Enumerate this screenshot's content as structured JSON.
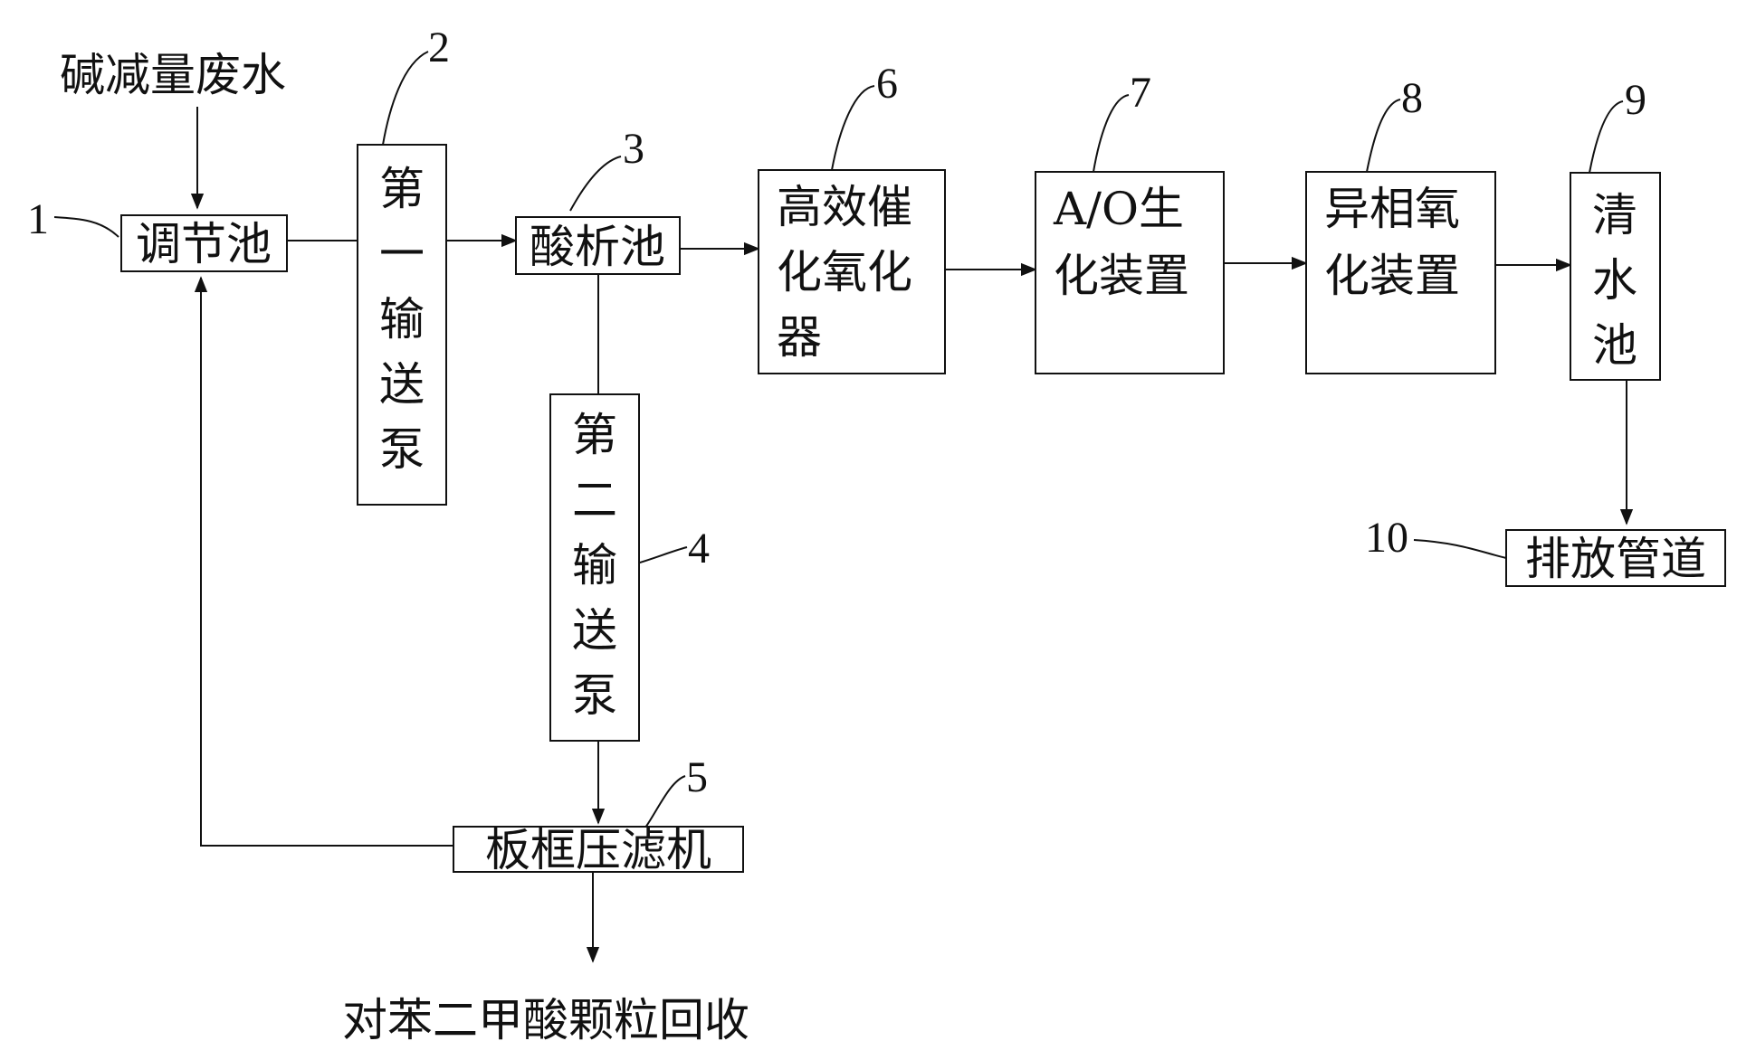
{
  "diagram": {
    "input_label": "碱减量废水",
    "output_label": "对苯二甲酸颗粒回收",
    "units": {
      "regulating_tank": {
        "number": "1",
        "label": "调节池"
      },
      "first_pump": {
        "number": "2",
        "lines": [
          "第",
          "一",
          "输",
          "送",
          "泵"
        ]
      },
      "acid_tank": {
        "number": "3",
        "label": "酸析池"
      },
      "second_pump": {
        "number": "4",
        "lines": [
          "第",
          "二",
          "输",
          "送",
          "泵"
        ]
      },
      "filter_press": {
        "number": "5",
        "label": "板框压滤机"
      },
      "catalytic_oxidizer": {
        "number": "6",
        "lines": [
          "高效催",
          "化氧化",
          "器"
        ]
      },
      "ao_device": {
        "number": "7",
        "lines": [
          "A/O生",
          "化装置"
        ]
      },
      "heterogeneous_oxidation": {
        "number": "8",
        "lines": [
          "异相氧",
          "化装置"
        ]
      },
      "clear_water_tank": {
        "number": "9",
        "lines": [
          "清",
          "水",
          "池"
        ]
      },
      "discharge_pipe": {
        "number": "10",
        "label": "排放管道"
      }
    }
  },
  "colors": {
    "ink": "#111111",
    "background": "#ffffff"
  }
}
